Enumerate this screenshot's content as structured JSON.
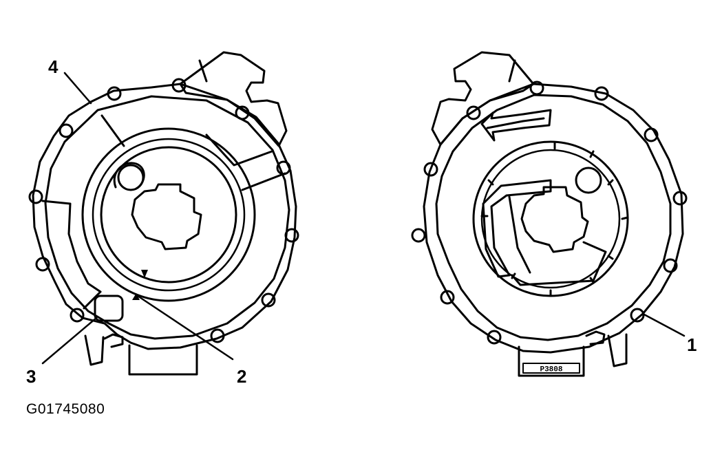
{
  "diagram": {
    "figure_id": "G01745080",
    "callouts": [
      "1",
      "2",
      "3",
      "4"
    ],
    "component_marking": "P3808"
  },
  "colors": {
    "line": "#000000",
    "background": "#ffffff"
  }
}
